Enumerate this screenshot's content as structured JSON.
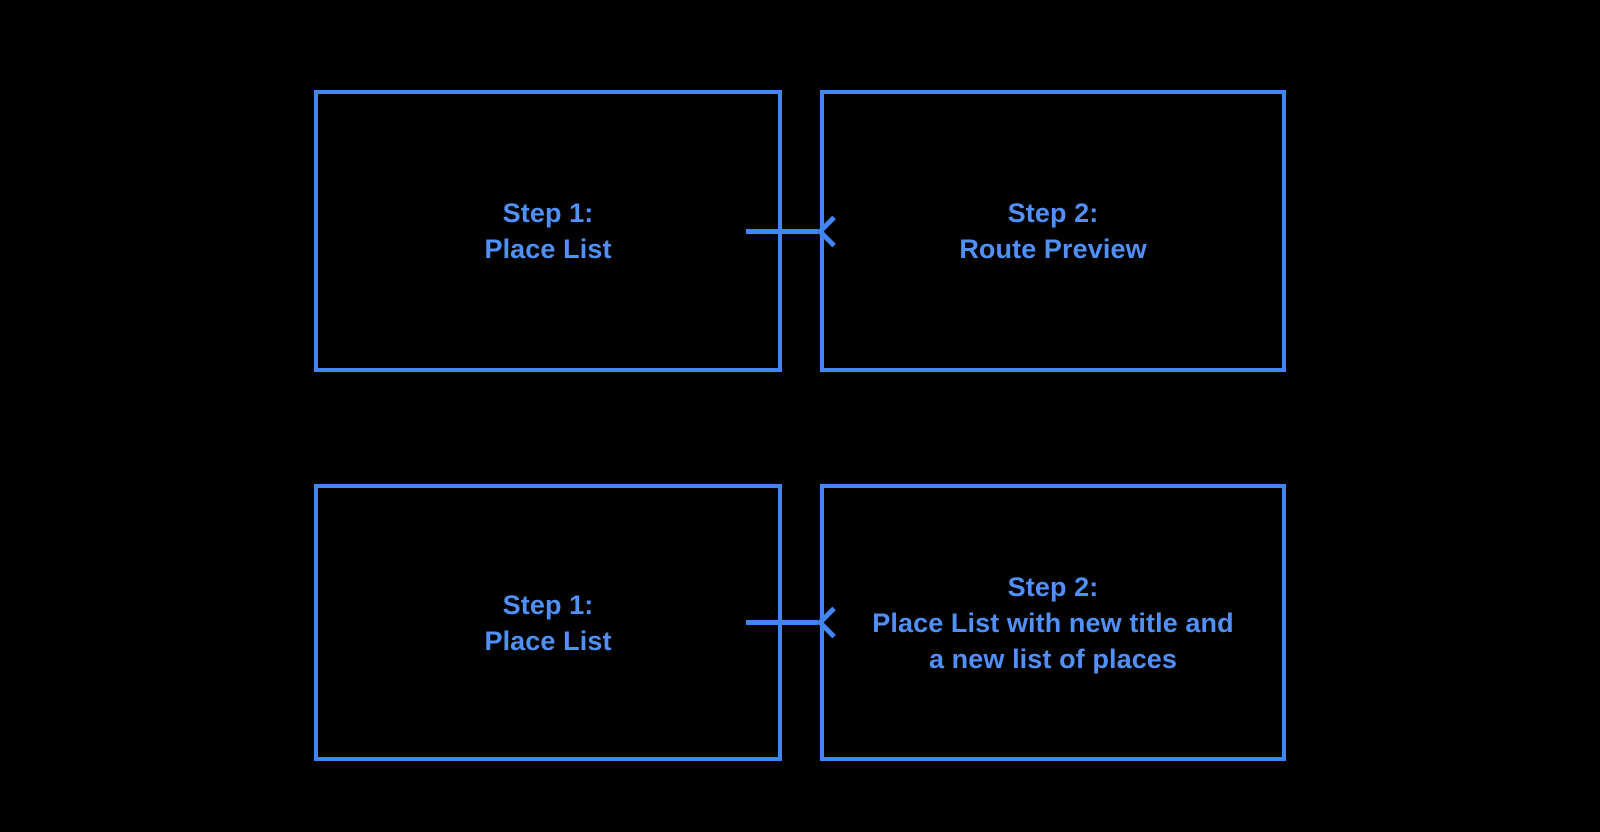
{
  "diagram": {
    "background_color": "#000000",
    "accent_color": "#4285f4",
    "text_color": "#5090f8",
    "rows": [
      {
        "name": "route-preview-flow",
        "from": {
          "id": "box-1-1",
          "title": "Step 1:",
          "subtitle": "Place List",
          "label": "Step 1:\nPlace List"
        },
        "connector": {
          "icon": "arrow-right-icon",
          "direction": "right"
        },
        "to": {
          "id": "box-1-2",
          "title": "Step 2:",
          "subtitle": "Route Preview",
          "label": "Step 2:\nRoute Preview"
        }
      },
      {
        "name": "place-list-update-flow",
        "from": {
          "id": "box-2-1",
          "title": "Step 1:",
          "subtitle": "Place List",
          "label": "Step 1:\nPlace List"
        },
        "connector": {
          "icon": "arrow-right-icon",
          "direction": "right"
        },
        "to": {
          "id": "box-2-2",
          "title": "Step 2:",
          "subtitle": "Place List with new title and a new list of places",
          "label": "Step 2:\nPlace List with new title and\na new list of places"
        }
      }
    ]
  }
}
